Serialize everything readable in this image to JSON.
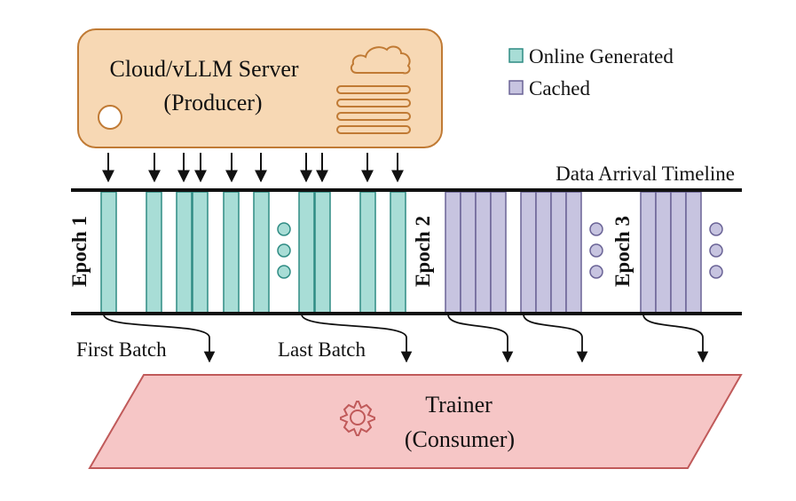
{
  "producer": {
    "title_line1": "Cloud/vLLM Server",
    "title_line2": "(Producer)",
    "icons": [
      "cloud-icon",
      "server-lines-icon",
      "circle-icon"
    ]
  },
  "legend": {
    "online_label": "Online Generated",
    "cached_label": "Cached"
  },
  "timeline": {
    "label": "Data Arrival Timeline",
    "epochs": [
      "Epoch 1",
      "Epoch 2",
      "Epoch 3"
    ],
    "first_batch_label": "First Batch",
    "last_batch_label": "Last Batch"
  },
  "consumer": {
    "title_line1": "Trainer",
    "title_line2": "(Consumer)",
    "icon": "gear-icon"
  },
  "colors": {
    "producer_fill": "#f7d8b4",
    "producer_stroke": "#c07a34",
    "online_fill": "#a8ddd6",
    "online_stroke": "#2f8c84",
    "cached_fill": "#c7c4e0",
    "cached_stroke": "#6a6396",
    "consumer_fill": "#f6c6c6",
    "consumer_stroke": "#c05a5a"
  }
}
